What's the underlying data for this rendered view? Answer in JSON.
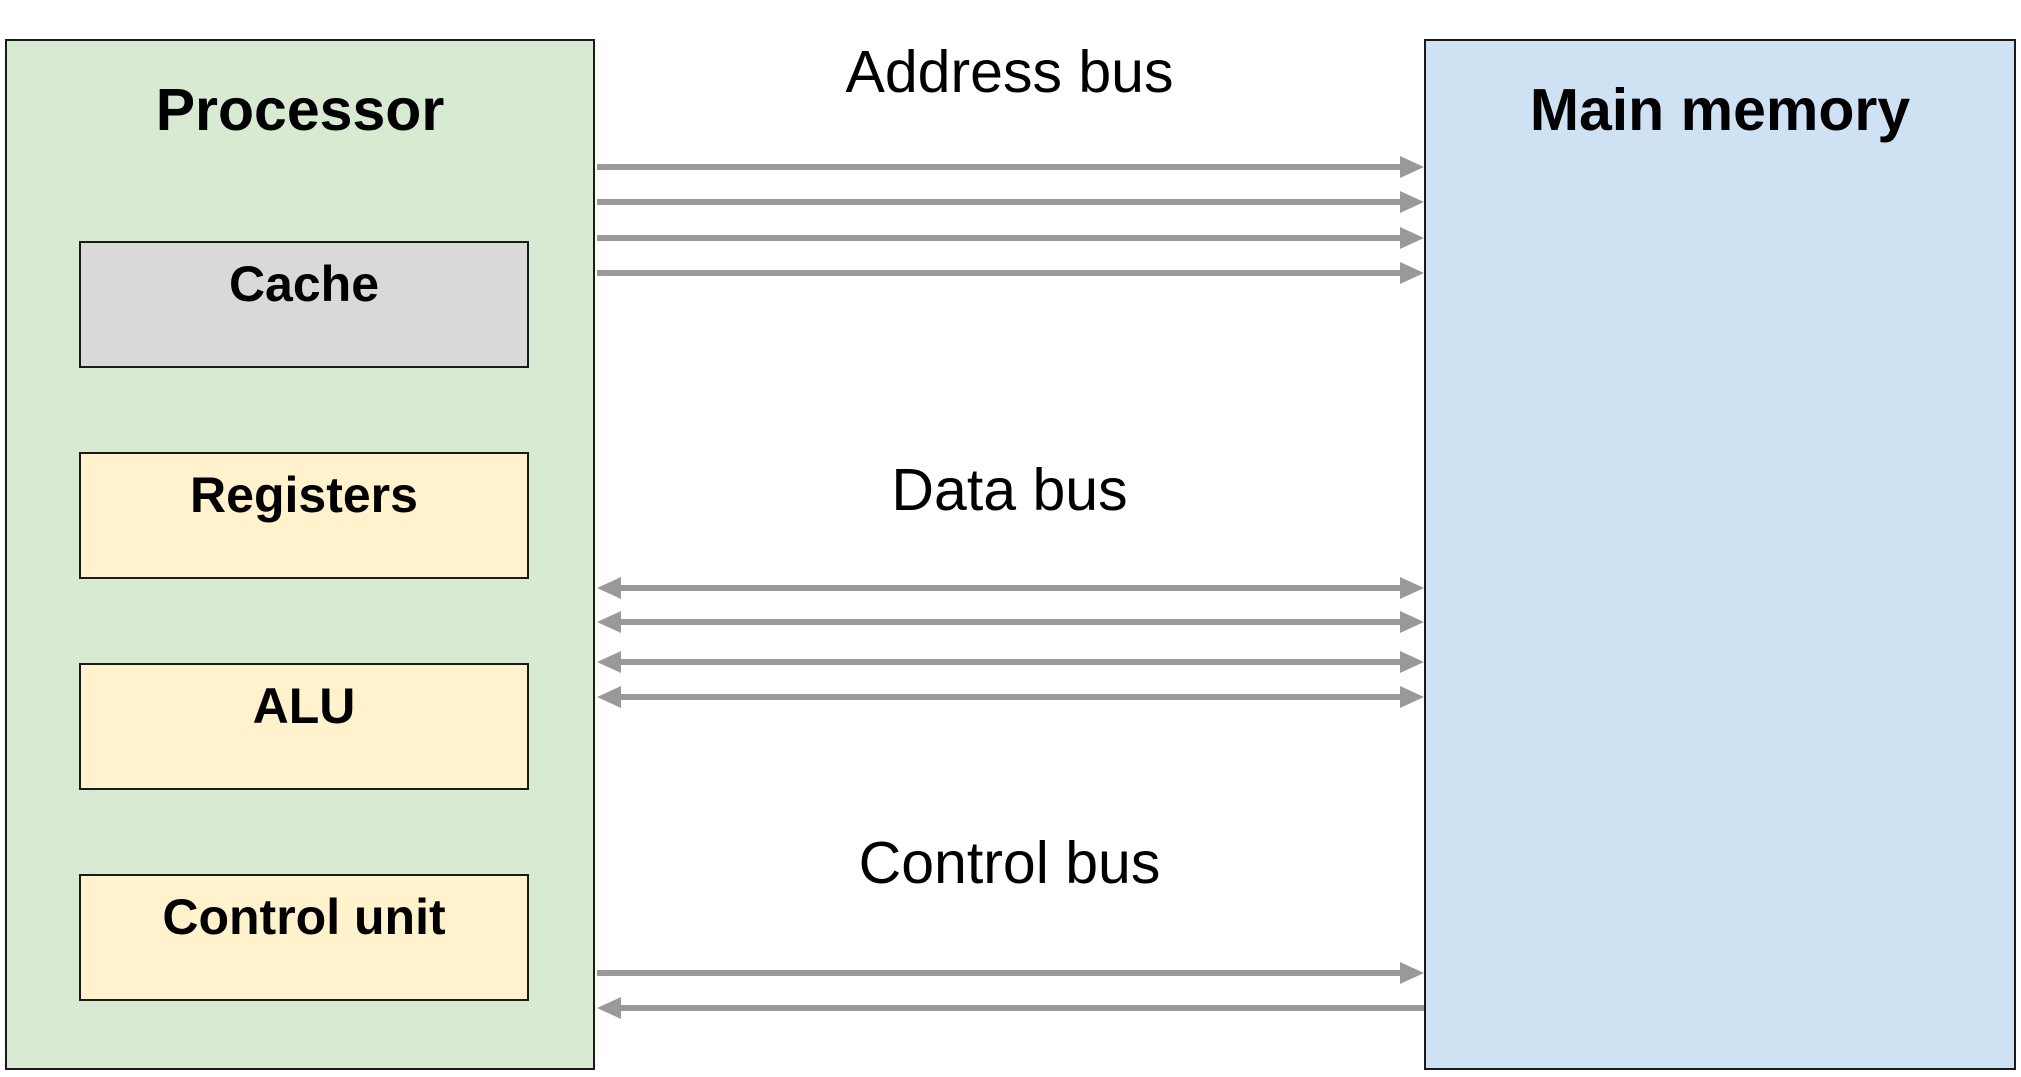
{
  "processor": {
    "title": "Processor",
    "components": {
      "cache": "Cache",
      "registers": "Registers",
      "alu": "ALU",
      "control_unit": "Control unit"
    }
  },
  "memory": {
    "title": "Main memory"
  },
  "buses": {
    "address": {
      "label": "Address bus",
      "lines": 4,
      "direction": "processor-to-memory"
    },
    "data": {
      "label": "Data bus",
      "lines": 4,
      "direction": "bidirectional"
    },
    "control": {
      "label": "Control bus",
      "lines": 2,
      "direction": "one-each-way"
    }
  },
  "colors": {
    "processor_fill": "#d9ead3",
    "memory_fill": "#cfe2f3",
    "cache_fill": "#d9d9d9",
    "component_fill": "#fff2cc",
    "bus_line": "#999999",
    "border": "#1a1a1a"
  }
}
